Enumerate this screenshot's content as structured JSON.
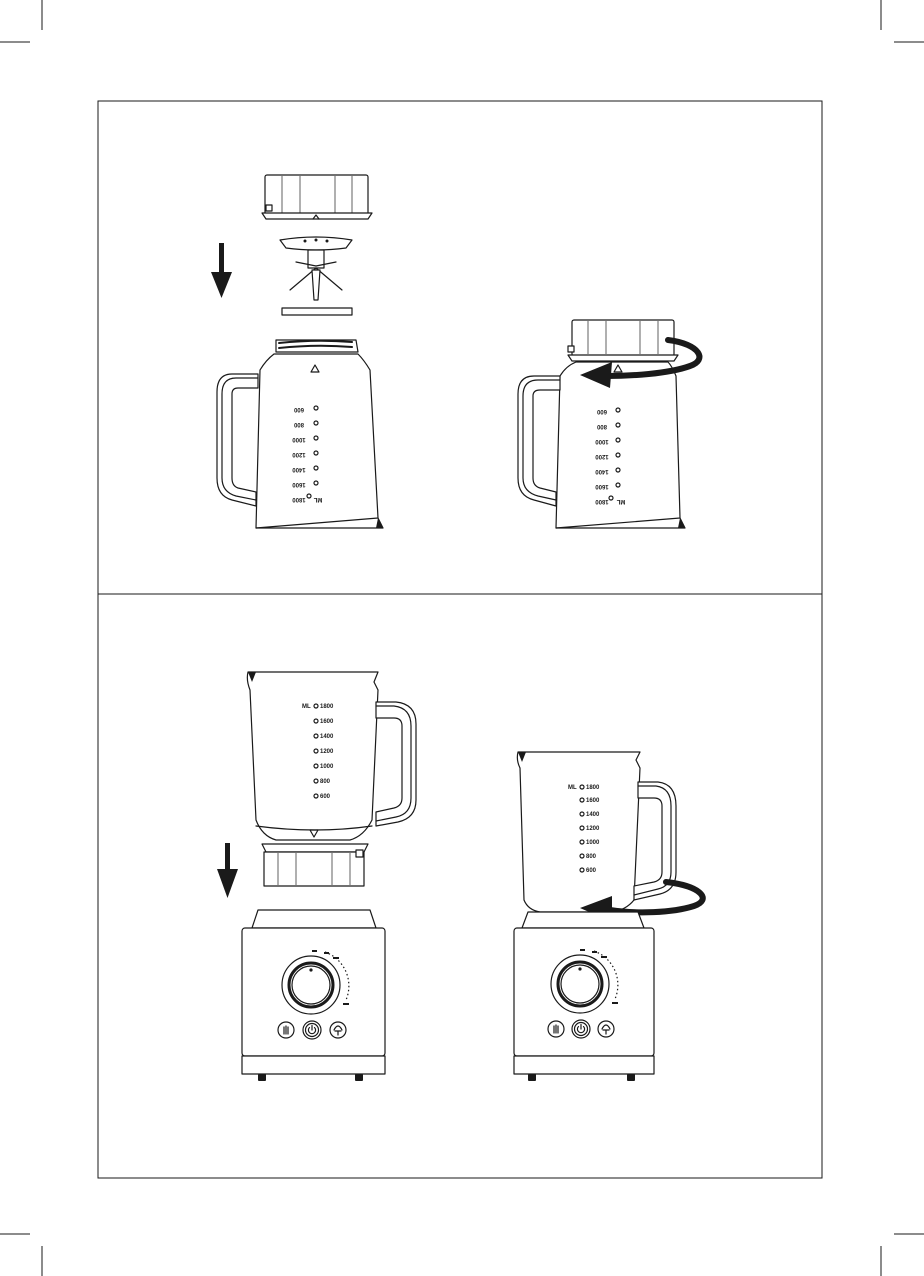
{
  "markings_upright": [
    "ML",
    "1800",
    "1600",
    "1400",
    "1200",
    "1000",
    "800",
    "600"
  ],
  "markings_inverted": [
    "1800",
    "1600",
    "1400",
    "1200",
    "1000",
    "800",
    "600"
  ],
  "unit_label": "ML",
  "stroke_color": "#1a1a1a",
  "background_color": "#ffffff",
  "icons": [
    "arrow-down-icon",
    "rotate-arrow-icon",
    "pulse-button-icon",
    "power-button-icon",
    "smoothie-button-icon"
  ]
}
